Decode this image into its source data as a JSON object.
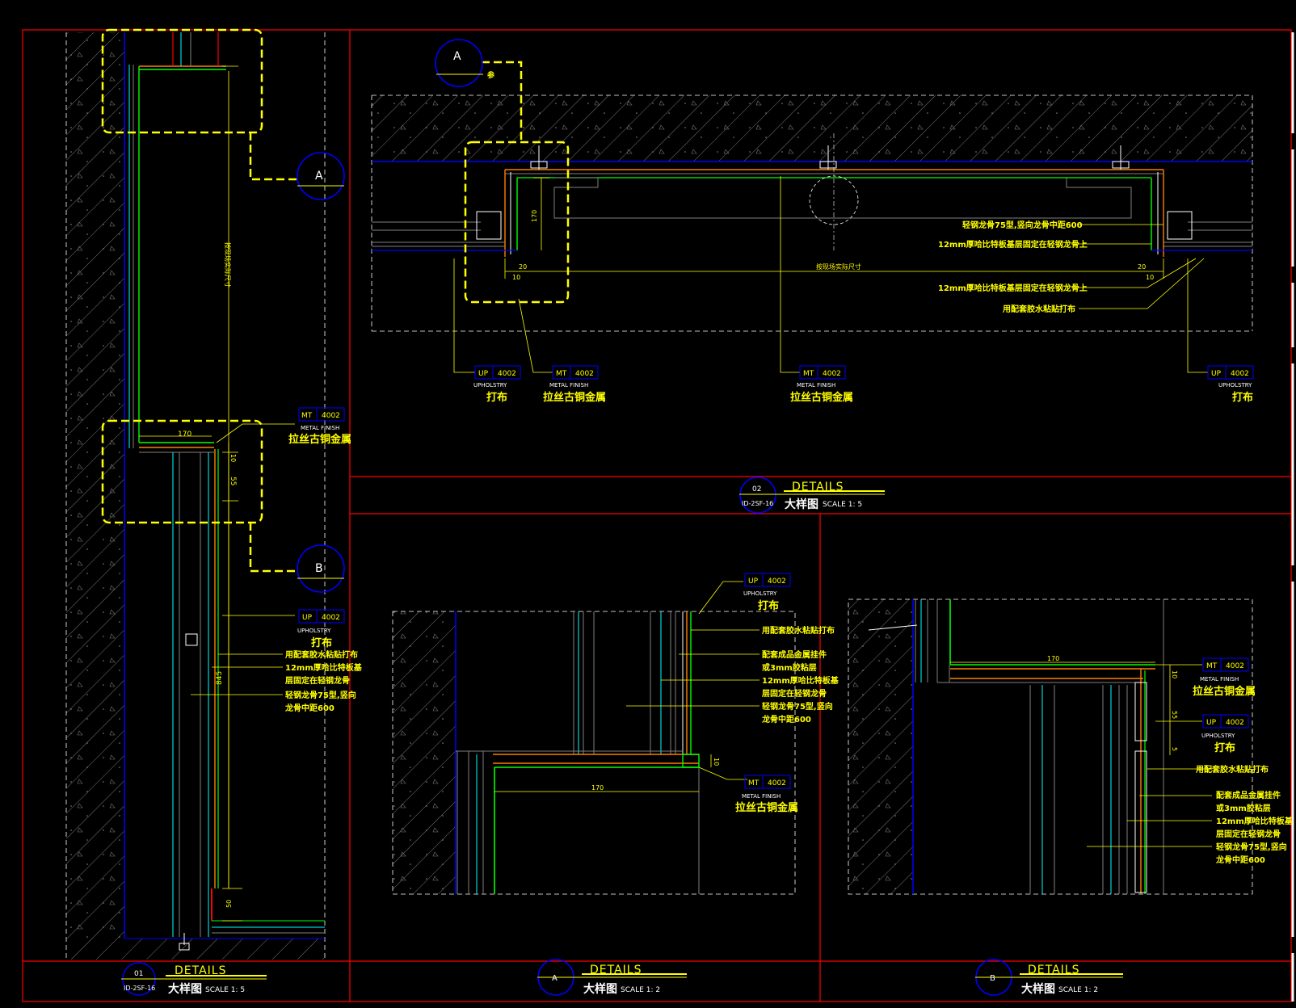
{
  "detail_01": {
    "num": "01",
    "ref": "ID-2SF-16",
    "word": "DETAILS",
    "cn": "大样图",
    "scale": "SCALE 1:   5",
    "dim_170": "170",
    "dim_845": "845",
    "dim_55": "55",
    "dim_10": "10",
    "dim_50": "50",
    "dim_vert": "按现场实际尺寸",
    "tag_mt": {
      "code": "MT",
      "num": "4002",
      "en": "METAL FINISH",
      "cn": "拉丝古铜金属"
    },
    "tag_up": {
      "code": "UP",
      "num": "4002",
      "en": "UPHOLSTRY",
      "cn": "打布"
    },
    "notes": [
      "用配套胶水粘贴打布",
      "12mm厚哈比特板基",
      "层固定在轻钢龙骨",
      "轻钢龙骨75型,竖向",
      "龙骨中距600"
    ],
    "callout_a": "A",
    "callout_b": "B"
  },
  "detail_02": {
    "num": "02",
    "ref": "ID-2SF-16",
    "word": "DETAILS",
    "cn": "大样图",
    "scale": "SCALE 1:   5",
    "callout_a": "A",
    "callout_ref": "参",
    "dim_170": "170",
    "dim_20": "20",
    "dim_10": "10",
    "dim_width": "按现场实际尺寸",
    "notes": [
      "轻钢龙骨75型,竖向龙骨中距600",
      "12mm厚哈比特板基层固定在轻钢龙骨上",
      "12mm厚哈比特板基层固定在轻钢龙骨上",
      "用配套胶水粘贴打布"
    ],
    "tags": [
      {
        "code": "UP",
        "num": "4002",
        "en": "UPHOLSTRY",
        "cn": "打布"
      },
      {
        "code": "MT",
        "num": "4002",
        "en": "METAL FINISH",
        "cn": "拉丝古铜金属"
      },
      {
        "code": "MT",
        "num": "4002",
        "en": "METAL FINISH",
        "cn": "拉丝古铜金属"
      },
      {
        "code": "UP",
        "num": "4002",
        "en": "UPHOLSTRY",
        "cn": "打布"
      }
    ]
  },
  "detail_a": {
    "num": "A",
    "word": "DETAILS",
    "cn": "大样图",
    "scale": "SCALE 1:   2",
    "dim_170": "170",
    "dim_10": "10",
    "tag_up": {
      "code": "UP",
      "num": "4002",
      "en": "UPHOLSTRY",
      "cn": "打布"
    },
    "tag_mt": {
      "code": "MT",
      "num": "4002",
      "en": "METAL FINISH",
      "cn": "拉丝古铜金属"
    },
    "notes": [
      "用配套胶水粘贴打布",
      "配套成品金属挂件",
      "或3mm胶粘层",
      "12mm厚哈比特板基",
      "层固定在轻钢龙骨",
      "轻钢龙骨75型,竖向",
      "龙骨中距600"
    ]
  },
  "detail_b": {
    "num": "B",
    "word": "DETAILS",
    "cn": "大样图",
    "scale": "SCALE 1:   2",
    "dim_170": "170",
    "dim_10": "10",
    "dim_55": "55",
    "dim_5": "5",
    "tag_mt": {
      "code": "MT",
      "num": "4002",
      "en": "METAL FINISH",
      "cn": "拉丝古铜金属"
    },
    "tag_up": {
      "code": "UP",
      "num": "4002",
      "en": "UPHOLSTRY",
      "cn": "打布"
    },
    "notes": [
      "用配套胶水粘贴打布",
      "配套成品金属挂件",
      "或3mm胶粘层",
      "12mm厚哈比特板基",
      "层固定在轻钢龙骨",
      "轻钢龙骨75型,竖向",
      "龙骨中距600"
    ]
  },
  "colors": {
    "frame": "#ff0000",
    "text": "#ffff00",
    "white": "#ffffff",
    "blue": "#0000ff",
    "green": "#00ff00",
    "orange": "#ff7f00",
    "cyan": "#00ffff",
    "grey": "#808080"
  }
}
